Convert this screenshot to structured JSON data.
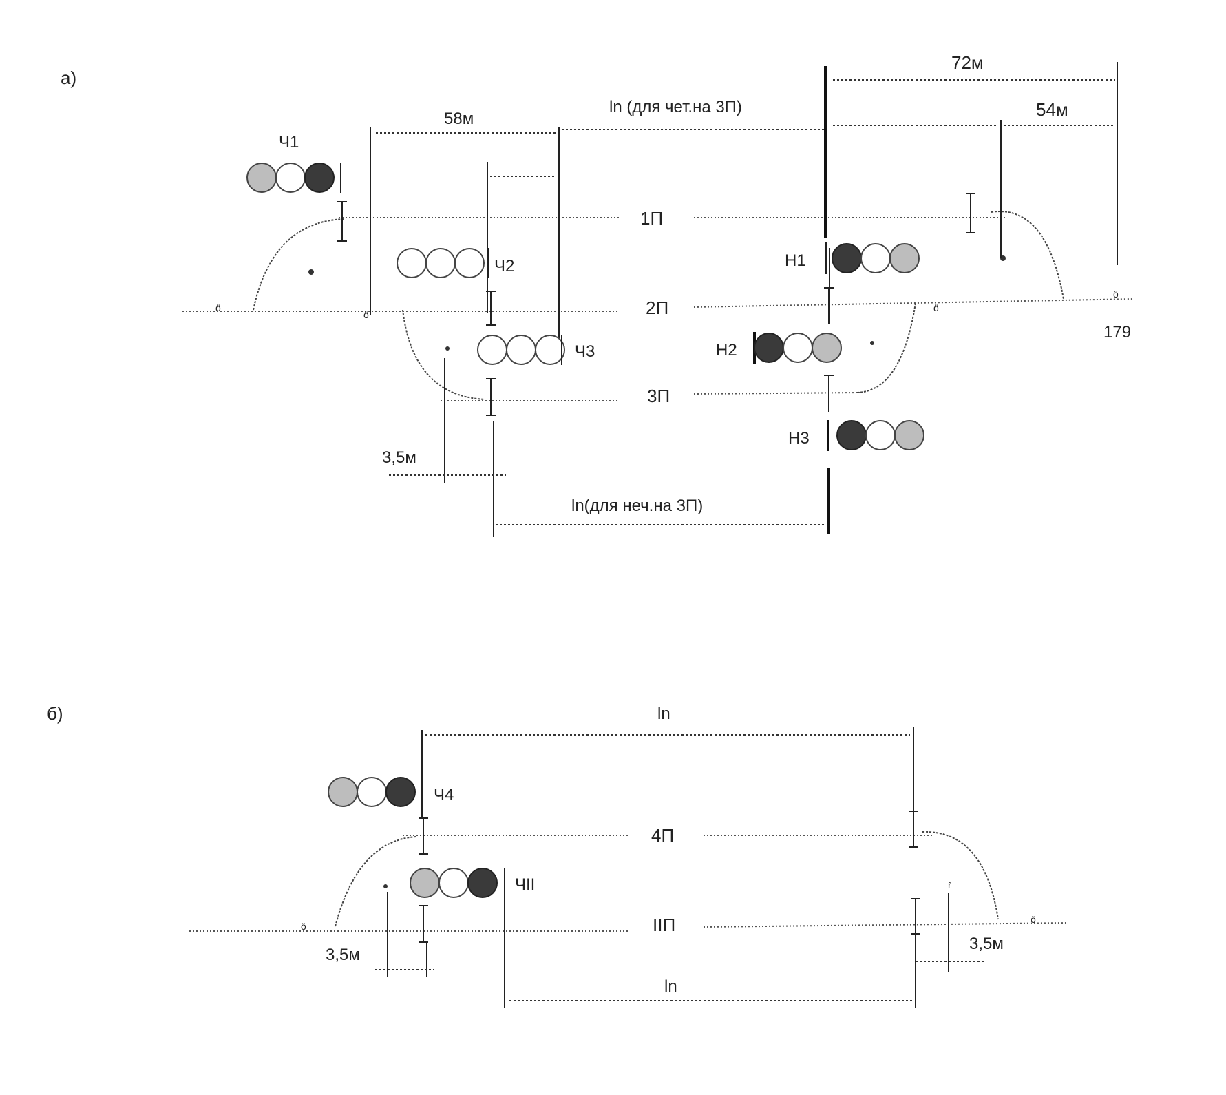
{
  "panel_a": {
    "label": "а)",
    "dim_72": "72м",
    "dim_54": "54м",
    "dim_58": "58м",
    "dim_ln_odd": "ln (для чет.на 3П)",
    "dim_ln_even": "ln(для неч.на 3П)",
    "dim_35": "3,5м",
    "track_1": "1П",
    "track_2": "2П",
    "track_3": "3П",
    "sig_ch1": "Ч1",
    "sig_ch2": "Ч2",
    "sig_ch3": "Ч3",
    "sig_n1": "Н1",
    "sig_n2": "Н2",
    "sig_n3": "Н3",
    "switch_num": "179"
  },
  "panel_b": {
    "label": "б)",
    "dim_ln_top": "ln",
    "dim_ln_bottom": "ln",
    "dim_35_left": "3,5м",
    "dim_35_right": "3,5м",
    "track_4": "4П",
    "track_2": "IIП",
    "sig_ch4": "Ч4",
    "sig_chii": "ЧII"
  }
}
